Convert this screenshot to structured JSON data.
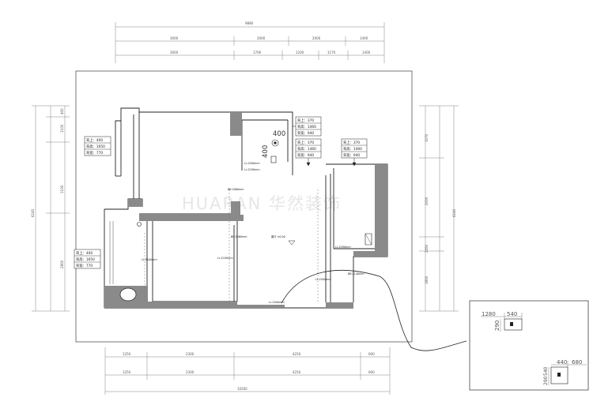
{
  "watermark": "HUARAN 华然装饰",
  "dimensions": {
    "top_overall": "9880",
    "top_row1": [
      "3000",
      "2000",
      "2000",
      "1400"
    ],
    "top_row2": [
      "3000",
      "1700",
      "1200",
      "1170",
      "1400"
    ],
    "bottom_row1": [
      "1250",
      "2300",
      "4250",
      "600"
    ],
    "bottom_row2": [
      "1250",
      "2300",
      "4250",
      "600"
    ],
    "bottom_overall": "10200",
    "left_overall": "6240",
    "left_row1": [
      "400",
      "1100",
      "1100",
      "2800"
    ],
    "right_overall": "6240",
    "right_row1": [
      "1070",
      "2000",
      "2450",
      "1800"
    ]
  },
  "outlets": [
    {
      "id": "a",
      "lines": [
        "背上：400",
        "背高：1650",
        "背宽：770"
      ]
    },
    {
      "id": "b",
      "lines": [
        "背上：370",
        "背高：1460",
        "背宽：940"
      ]
    },
    {
      "id": "c",
      "lines": [
        "背上：370",
        "背高：1460",
        "背宽：940"
      ]
    },
    {
      "id": "d",
      "lines": [
        "背上：370",
        "背高：1460",
        "背宽：940"
      ]
    },
    {
      "id": "e",
      "lines": [
        "背上：400",
        "背高：1650",
        "背宽：770"
      ]
    }
  ],
  "room_labels": {
    "kitchen_h": "400",
    "kitchen_v": "400",
    "note_ceiling_1": "LL:2500mm",
    "note_ceiling_2": "LL:2190mm",
    "note_beam_1": "BB:2060mm",
    "note_beam_2": "BB:2060mm",
    "note_living": "LL:2100mm",
    "note_living_2": "LL:2190mm",
    "note_bed": "LL:2290mm",
    "note_balcony": "LL:3050mm",
    "note_lower": "LL:2500mm",
    "note_beam_3": "BB:2140mm",
    "floor_marker": "客厅 ±0.00",
    "entrance_note": "LL:2500mm"
  },
  "detail": {
    "top_w": "1280",
    "top_w2": "540",
    "top_h": "290",
    "bot_w": "440",
    "bot_w2": "680",
    "bot_h": "290",
    "bot_h2": "540"
  }
}
